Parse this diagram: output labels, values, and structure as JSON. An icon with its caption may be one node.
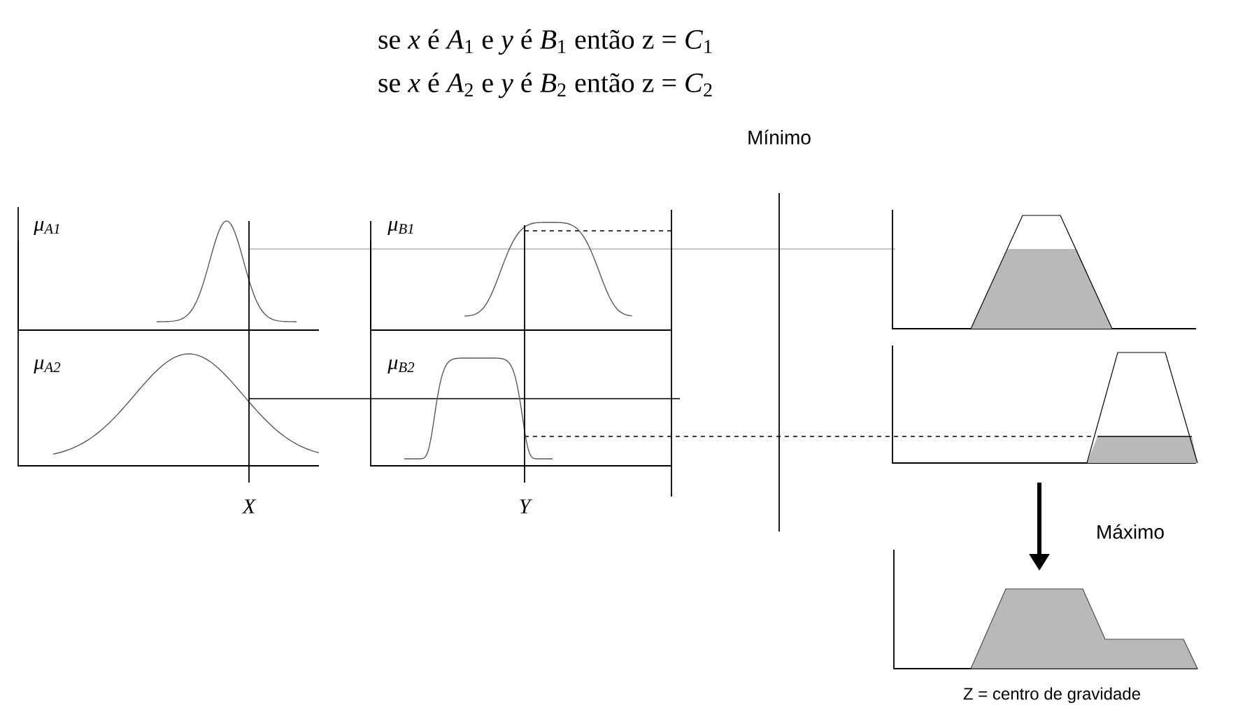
{
  "diagram": {
    "labels": [
      "se *x* é *A*$_{1}$ e *y* é *B*$_{1}$ então z = *C*$_{1}$",
      "se *x* é *A*$_{2}$ e *y* é *B*$_{2}$ então z = *C*$_{2}$",
      "Mínimo",
      "μ$_{A1}$",
      "μ$_{B1}$",
      "μ$_{A2}$",
      "μ$_{B2}$",
      "X",
      "Y",
      "Máximo",
      "Z = centro de gravidade"
    ]
  }
}
